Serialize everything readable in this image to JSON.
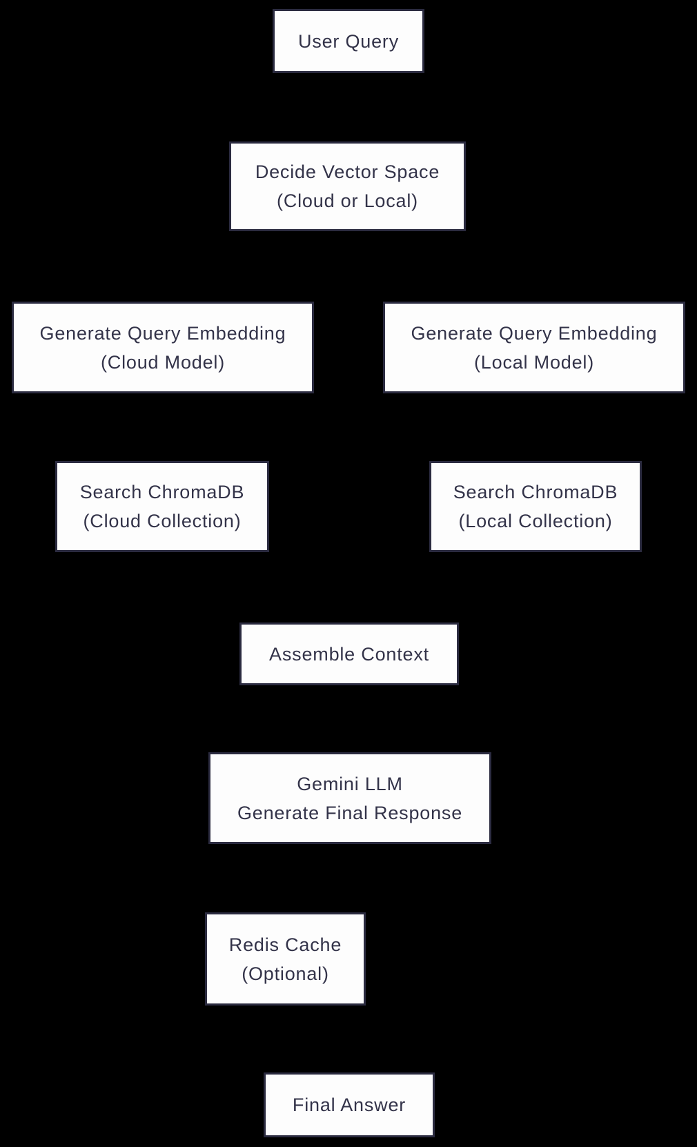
{
  "diagram": {
    "type": "flowchart",
    "background_color": "#000000",
    "node_fill_color": "#fdfdfd",
    "node_border_color": "#2b2b40",
    "node_text_color": "#333349",
    "nodes": [
      {
        "id": "user-query",
        "lines": [
          "User Query"
        ]
      },
      {
        "id": "decide-vector-space",
        "lines": [
          "Decide Vector Space",
          "(Cloud or Local)"
        ]
      },
      {
        "id": "generate-embedding-cloud",
        "lines": [
          "Generate Query Embedding",
          "(Cloud Model)"
        ]
      },
      {
        "id": "generate-embedding-local",
        "lines": [
          "Generate Query Embedding",
          "(Local Model)"
        ]
      },
      {
        "id": "search-chromadb-cloud",
        "lines": [
          "Search ChromaDB",
          "(Cloud Collection)"
        ]
      },
      {
        "id": "search-chromadb-local",
        "lines": [
          "Search ChromaDB",
          "(Local Collection)"
        ]
      },
      {
        "id": "assemble-context",
        "lines": [
          "Assemble Context"
        ]
      },
      {
        "id": "gemini-llm",
        "lines": [
          "Gemini LLM",
          "Generate Final Response"
        ]
      },
      {
        "id": "redis-cache",
        "lines": [
          "Redis Cache",
          "(Optional)"
        ]
      },
      {
        "id": "final-answer",
        "lines": [
          "Final Answer"
        ]
      }
    ]
  }
}
